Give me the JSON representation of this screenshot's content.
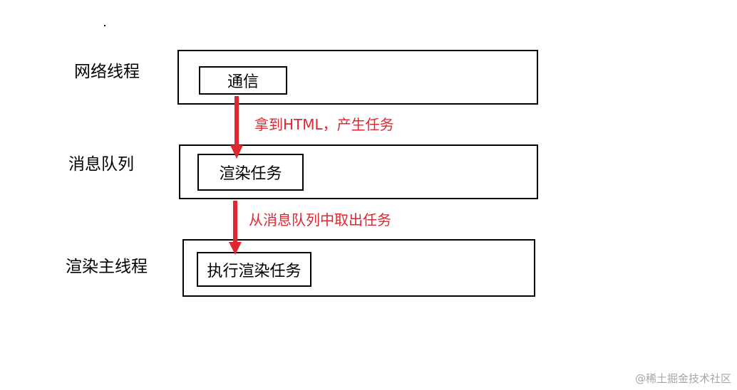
{
  "rows": [
    {
      "label": "网络线程",
      "task": "通信"
    },
    {
      "label": "消息队列",
      "task": "渲染任务"
    },
    {
      "label": "渲染主线程",
      "task": "执行渲染任务"
    }
  ],
  "arrows": [
    {
      "label": "拿到HTML，产生任务"
    },
    {
      "label": "从消息队列中取出任务"
    }
  ],
  "watermark": "@稀土掘金技术社区",
  "colors": {
    "arrow": "#e0262f",
    "arrow_label": "#e0262f",
    "box_border": "#000000",
    "watermark": "#a6a6a6"
  }
}
